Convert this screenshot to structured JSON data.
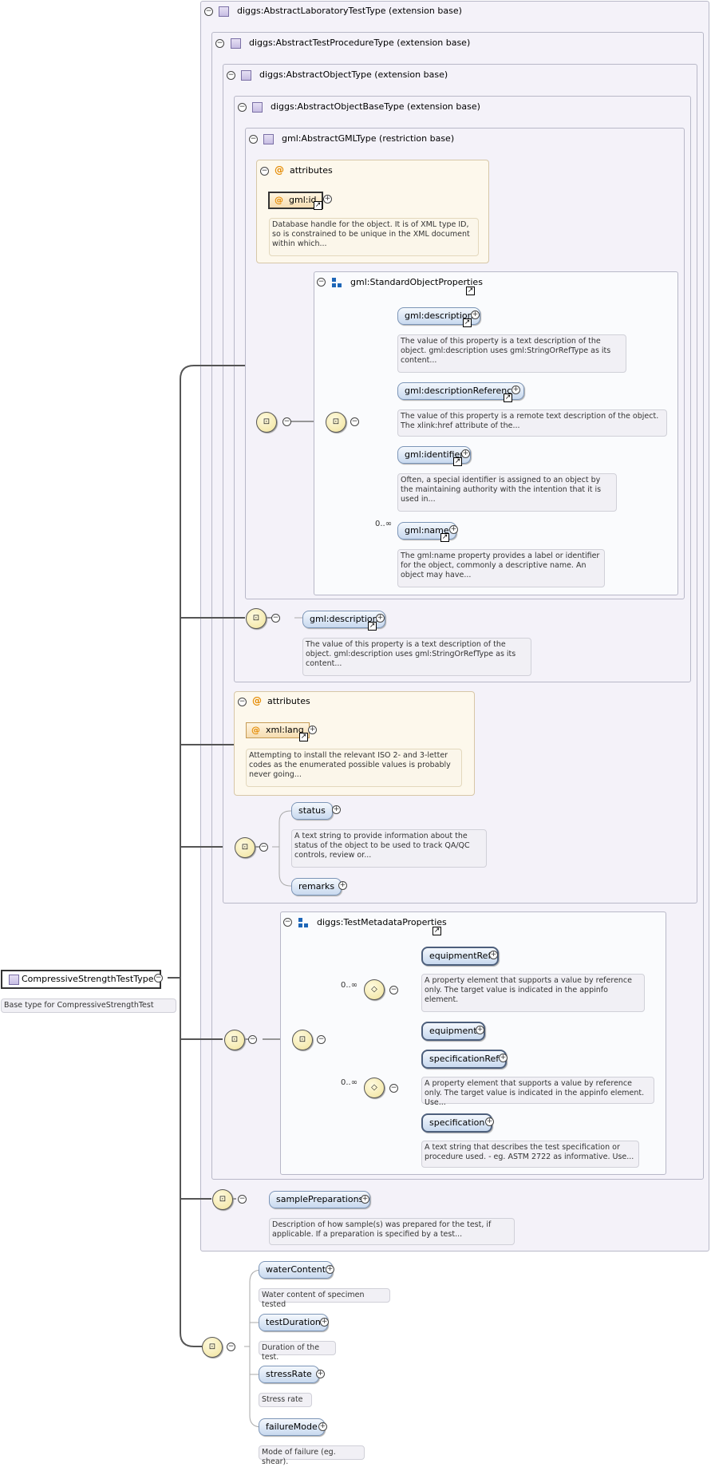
{
  "root": {
    "name": "CompressiveStrengthTestType",
    "doc": "Base type for CompressiveStrengthTest"
  },
  "bases": {
    "lab": "diggs:AbstractLaboratoryTestType (extension base)",
    "proc": "diggs:AbstractTestProcedureType (extension base)",
    "object": "diggs:AbstractObjectType (extension base)",
    "objectBase": "diggs:AbstractObjectBaseType (extension base)",
    "gml": "gml:AbstractGMLType (restriction base)"
  },
  "gmlAttributes": {
    "title": "attributes",
    "attr": "gml:id",
    "doc": "Database handle for the object. It is of XML type ID, so is constrained to be unique in the XML document within which..."
  },
  "stdProps": {
    "title": "gml:StandardObjectProperties",
    "items": [
      {
        "name": "gml:description",
        "doc": "The value of this property is a text description of the object. gml:description uses gml:StringOrRefType as its content..."
      },
      {
        "name": "gml:descriptionReference",
        "doc": "The value of this property is a remote text description of the object. The xlink:href attribute of the..."
      },
      {
        "name": "gml:identifier",
        "doc": "Often, a special identifier is assigned to an object by the maintaining authority with the intention that it is used in..."
      },
      {
        "name": "gml:name",
        "occurs": "0..∞",
        "doc": "The gml:name property provides a label or identifier for the object, commonly a descriptive name. An object may have..."
      }
    ]
  },
  "objBaseDesc": {
    "name": "gml:description",
    "doc": "The value of this property is a text description of the object. gml:description uses gml:StringOrRefType as its content..."
  },
  "objAttributes": {
    "title": "attributes",
    "attr": "xml:lang",
    "doc": "Attempting to install the relevant ISO 2- and 3-letter codes as the enumerated possible values is probably never going..."
  },
  "objSeq": {
    "status": "status",
    "statusDoc": "A text string to provide information about the status of the object to be used to track QA/QC controls, review or...",
    "remarks": "remarks"
  },
  "testMeta": {
    "title": "diggs:TestMetadataProperties",
    "occ1": "0..∞",
    "equipmentRef": "equipmentRef",
    "equipmentRefDoc": "A property element that supports a value by reference only. The target value is indicated in the appinfo element.",
    "equipment": "equipment",
    "occ2": "0..∞",
    "specificationRef": "specificationRef",
    "specificationRefDoc": "A property element that supports a value by reference only. The target value is indicated in the appinfo element. Use...",
    "specification": "specification",
    "specificationDoc": "A text string that describes the test specification or procedure used. - eg. ASTM 2722 as informative. Use..."
  },
  "samplePrep": {
    "name": "samplePreparations",
    "doc": "Description of how sample(s) was prepared for the test, if applicable. If a preparation is specified by a test..."
  },
  "ownElements": [
    {
      "name": "waterContent",
      "doc": "Water content of specimen tested"
    },
    {
      "name": "testDuration",
      "doc": "Duration of the test."
    },
    {
      "name": "stressRate",
      "doc": "Stress rate"
    },
    {
      "name": "failureMode",
      "doc": "Mode of failure (eg. shear)."
    }
  ]
}
